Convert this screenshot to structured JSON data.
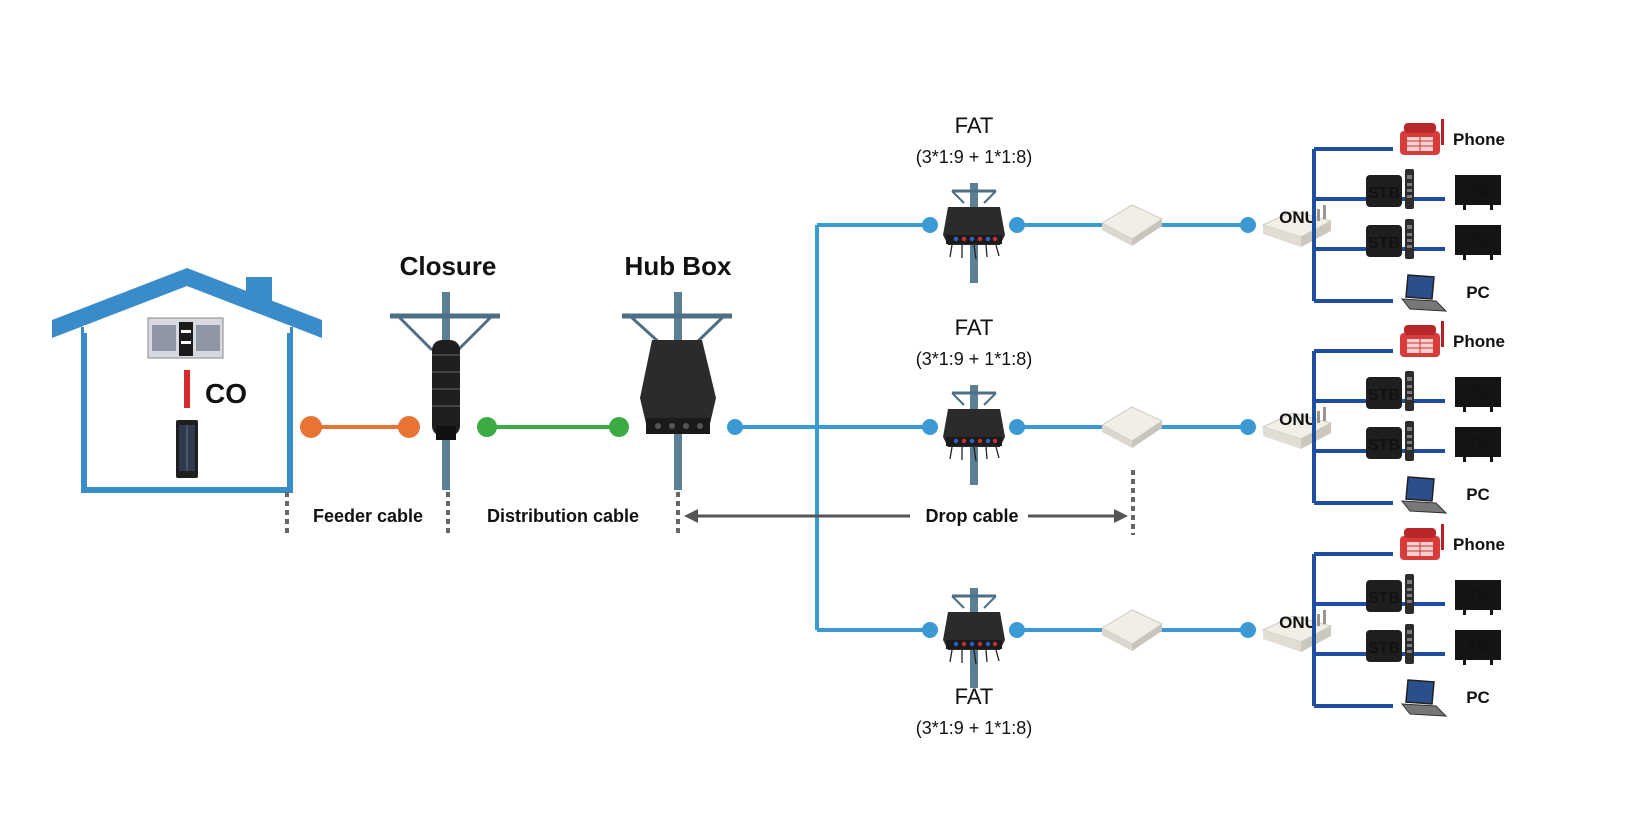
{
  "labels": {
    "co": "CO",
    "closure": "Closure",
    "hub_box": "Hub Box",
    "fat_title": "FAT",
    "fat_spec": "(3*1:9 + 1*1:8)",
    "onu": "ONU",
    "phone": "Phone",
    "stb": "STB",
    "tv": "TV",
    "pc": "PC"
  },
  "cables": {
    "feeder": "Feeder cable",
    "distribution": "Distribution cable",
    "drop": "Drop cable"
  },
  "colors": {
    "house": "#3a8bc9",
    "feeder": "#e87434",
    "distribution": "#3cab42",
    "drop": "#3b9ad4",
    "subscriber": "#1e4ea1",
    "co_link": "#d42a2a",
    "arrow": "#555555",
    "device_dark": "#2b2b2b",
    "pole": "#5b7f95"
  }
}
